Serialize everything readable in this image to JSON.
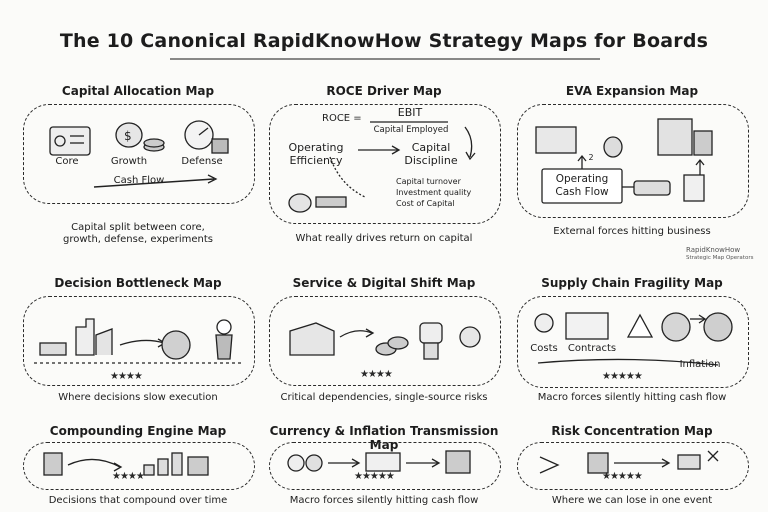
{
  "title": "The 10 Canonical RapidKnowHow Strategy Maps for Boards",
  "brand": {
    "name": "RapidKnowHow",
    "tagline": "Strategic Map Operators"
  },
  "maps": [
    {
      "title": "Capital Allocation Map",
      "caption": "Capital split between core, growth, defense, experiments",
      "labels": {
        "core": "Core",
        "growth": "Growth",
        "defense": "Defense",
        "flow": "Cash Flow"
      }
    },
    {
      "title": "ROCE Driver Map",
      "caption": "What really drives return on capital",
      "labels": {
        "roce": "ROCE =",
        "ebit": "EBIT",
        "capital": "Capital Employed",
        "operating": "Operating Efficiency",
        "discipline": "Capital Discipline",
        "drivers": [
          "Capital turnover",
          "Investment quality",
          "Cost of Capital"
        ]
      }
    },
    {
      "title": "EVA Expansion Map",
      "caption": "External forces hitting business",
      "labels": {
        "ocf": "Operating Cash Flow",
        "two": "2"
      }
    },
    {
      "title": "Decision Bottleneck Map",
      "caption": "Where decisions slow execution",
      "stars": "★★★★"
    },
    {
      "title": "Service & Digital Shift Map",
      "caption": "Critical dependencies, single-source risks",
      "stars": "★★★★"
    },
    {
      "title": "Supply Chain Fragility Map",
      "caption": "Macro forces silently hitting cash flow",
      "stars": "★★★★★",
      "labels": {
        "costs": "Costs",
        "contracts": "Contracts",
        "inflation": "Inflation"
      }
    },
    {
      "title": "Compounding Engine Map",
      "caption": "Decisions that compound over time",
      "stars": "★★★★"
    },
    {
      "title": "Currency & Inflation Transmission Map",
      "caption": "Macro forces silently hitting cash flow",
      "stars": "★★★★★"
    },
    {
      "title": "Risk Concentration Map",
      "caption": "Where we can lose in one event",
      "stars": "★★★★★"
    }
  ]
}
